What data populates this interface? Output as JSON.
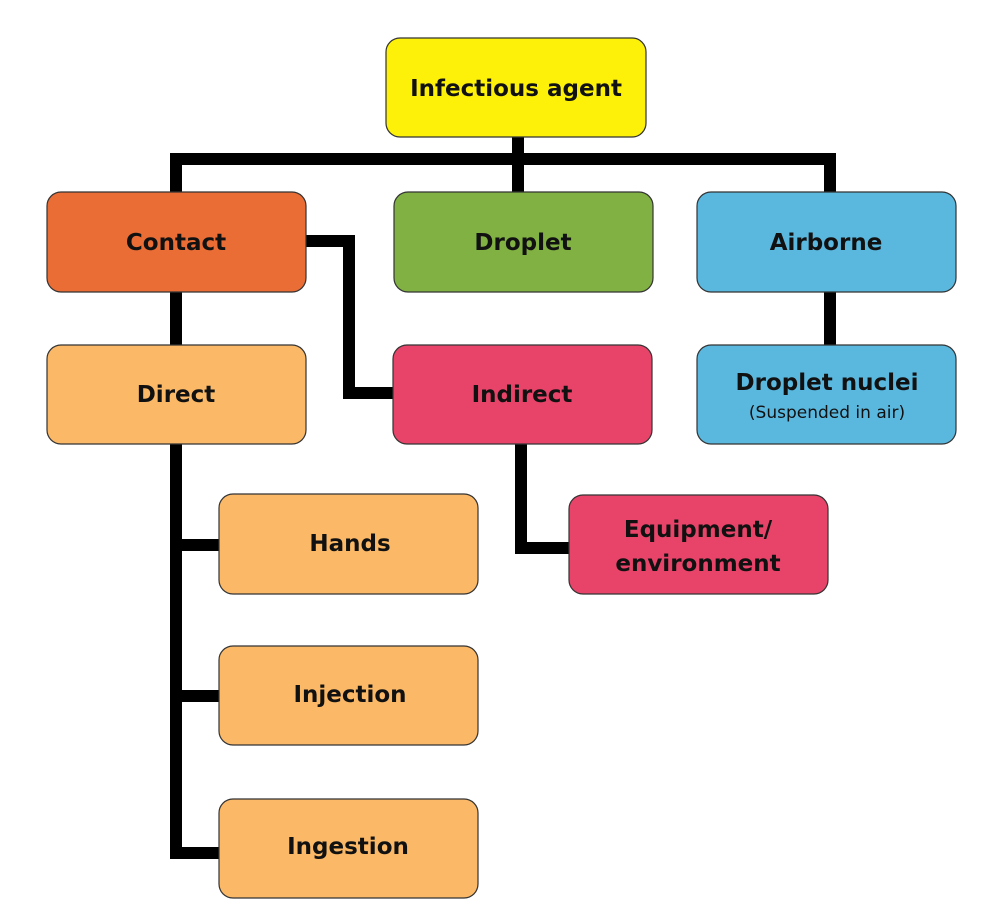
{
  "colors": {
    "root": "#fdf10a",
    "contact": "#e96d35",
    "droplet": "#80b142",
    "airborne": "#5ab8df",
    "contact_sub": "#fbb967",
    "indirect": "#e8446a",
    "connector": "#000000"
  },
  "nodes": {
    "infectious_agent": {
      "label": "Infectious agent"
    },
    "contact": {
      "label": "Contact"
    },
    "droplet": {
      "label": "Droplet"
    },
    "airborne": {
      "label": "Airborne"
    },
    "direct": {
      "label": "Direct"
    },
    "indirect": {
      "label": "Indirect"
    },
    "droplet_nuclei": {
      "label": "Droplet nuclei",
      "sublabel": "(Suspended in air)"
    },
    "hands": {
      "label": "Hands"
    },
    "equipment": {
      "label_line1": "Equipment/",
      "label_line2": "environment"
    },
    "injection": {
      "label": "Injection"
    },
    "ingestion": {
      "label": "Ingestion"
    }
  }
}
